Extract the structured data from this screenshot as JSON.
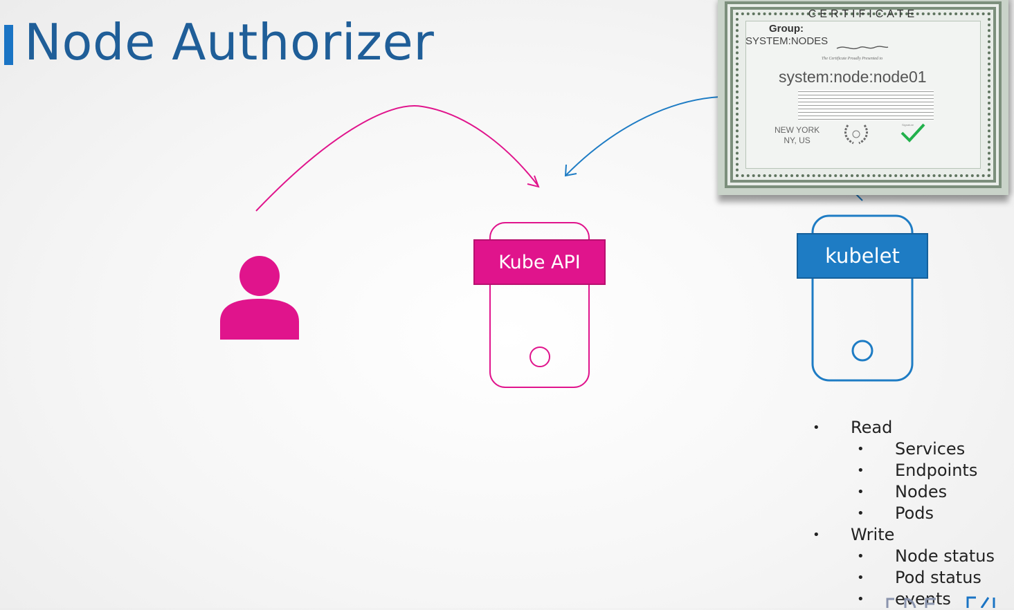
{
  "slide": {
    "title": "Node Authorizer"
  },
  "diagram": {
    "user_icon": "user-icon",
    "kube_api": {
      "label": "Kube API",
      "color": "#e0148c"
    },
    "kubelet": {
      "label": "kubelet",
      "color": "#1e7cc4"
    }
  },
  "certificate": {
    "heading": "CERTIFICATE",
    "group_label": "Group:",
    "group_value": "SYSTEM:NODES",
    "presented_text": "The Certificate Proudly Presented to",
    "subject": "system:node:node01",
    "city_line1": "NEW YORK",
    "city_line2": "NY, US",
    "check_label": "Signature"
  },
  "permissions": {
    "read_label": "Read",
    "read_items": [
      "Services",
      "Endpoints",
      "Nodes",
      "Pods"
    ],
    "write_label": "Write",
    "write_items": [
      "Node status",
      "Pod status",
      "events"
    ]
  },
  "colors": {
    "title": "#1f5e98",
    "accent_bar": "#1a74c4",
    "pink": "#e0148c",
    "blue": "#1e7cc4"
  }
}
